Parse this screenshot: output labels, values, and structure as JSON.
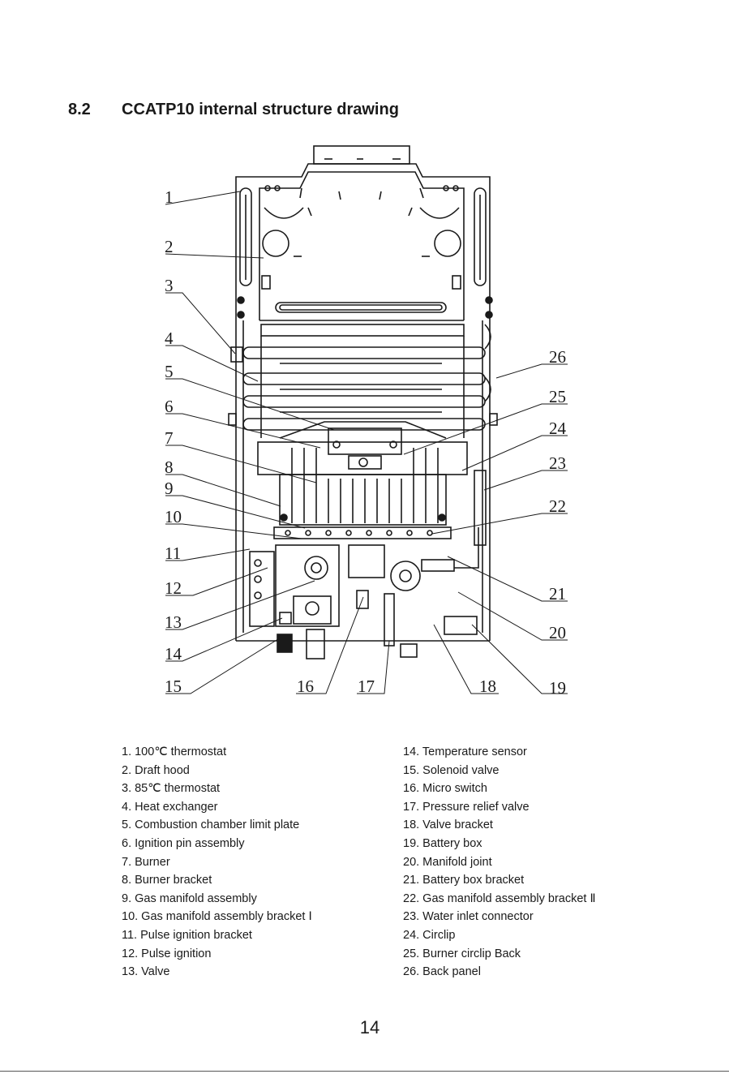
{
  "heading": {
    "section": "8.2",
    "title": "CCATP10 internal structure drawing"
  },
  "callouts": [
    "1",
    "2",
    "3",
    "4",
    "5",
    "6",
    "7",
    "8",
    "9",
    "10",
    "11",
    "12",
    "13",
    "14",
    "15",
    "16",
    "17",
    "18",
    "19",
    "20",
    "21",
    "22",
    "23",
    "24",
    "25",
    "26"
  ],
  "legend": {
    "left": [
      "1.  100℃  thermostat",
      "2.  Draft hood",
      "3.  85℃  thermostat",
      "4.  Heat exchanger",
      "5.  Combustion chamber limit plate",
      "6.  Ignition pin assembly",
      "7.  Burner",
      "8.  Burner bracket",
      "9.  Gas manifold assembly",
      "10. Gas manifold assembly bracket  Ⅰ",
      "11. Pulse ignition bracket",
      "12. Pulse ignition",
      "13. Valve"
    ],
    "right": [
      "14. Temperature sensor",
      "15. Solenoid valve",
      "16. Micro switch",
      "17. Pressure relief valve",
      "18. Valve bracket",
      "19. Battery box",
      "20. Manifold joint",
      "21. Battery box bracket",
      "22. Gas manifold assembly bracket  Ⅱ",
      "23. Water inlet connector",
      "24. Circlip",
      "25. Burner circlip Back",
      "26. Back panel"
    ]
  },
  "page_number": "14"
}
